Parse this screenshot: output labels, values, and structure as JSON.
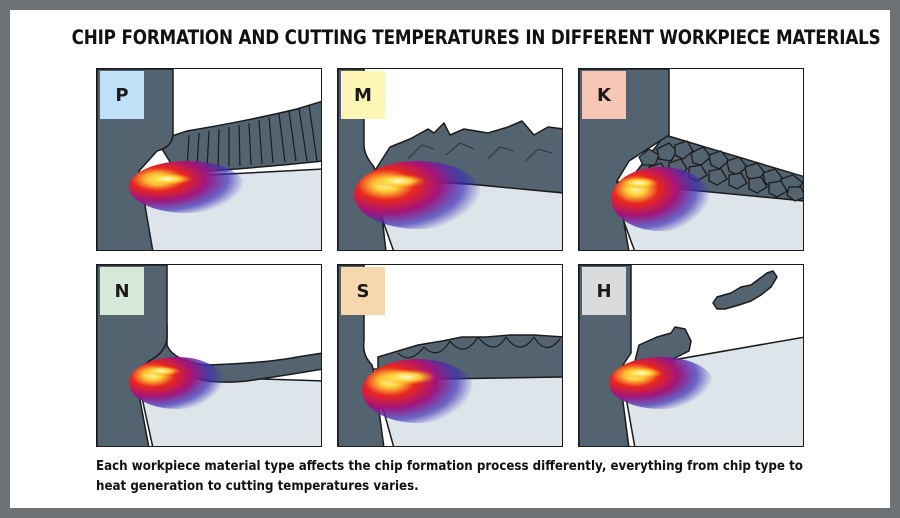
{
  "title": "CHIP FORMATION AND CUTTING TEMPERATURES IN DIFFERENT WORKPIECE MATERIALS",
  "caption": "Each workpiece material type affects the chip formation process differently, everything from chip type to heat generation to cutting temperatures varies.",
  "colors": {
    "tool": "#546370",
    "workpiece": "#dde4ea",
    "outline": "#1b1b1b"
  },
  "panels": [
    {
      "label": "P",
      "color": "#bfe0f7"
    },
    {
      "label": "M",
      "color": "#fdf6b4"
    },
    {
      "label": "K",
      "color": "#f7c6b4"
    },
    {
      "label": "N",
      "color": "#d6e9d9"
    },
    {
      "label": "S",
      "color": "#f7d8ad"
    },
    {
      "label": "H",
      "color": "#dadbdc"
    }
  ]
}
